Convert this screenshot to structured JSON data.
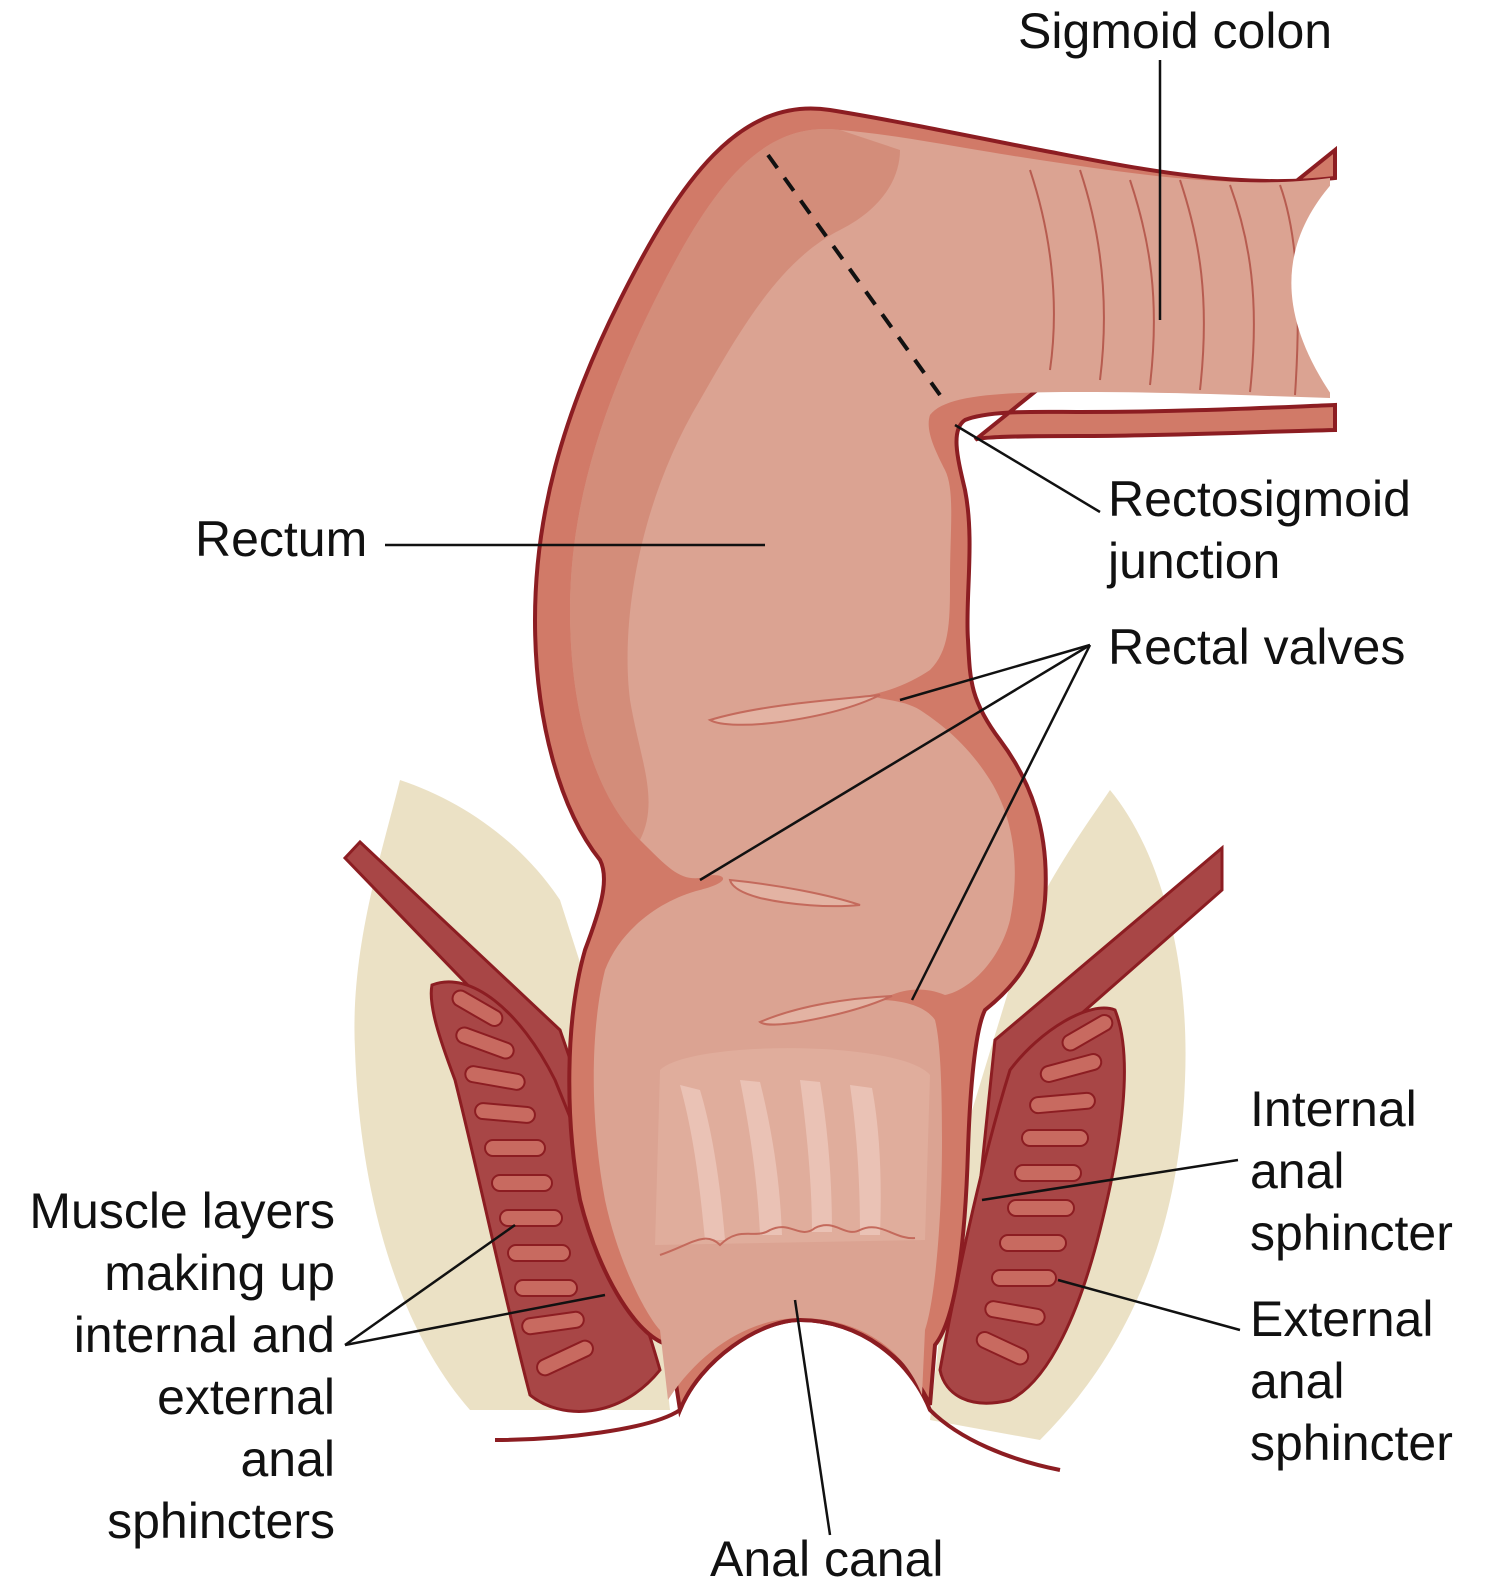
{
  "labels": {
    "sigmoid_colon": "Sigmoid colon",
    "rectum": "Rectum",
    "rectosigmoid_junction": [
      "Rectosigmoid",
      "junction"
    ],
    "rectal_valves": "Rectal valves",
    "internal_anal_sphincter": [
      "Internal",
      "anal",
      "sphincter"
    ],
    "external_anal_sphincter": [
      "External",
      "anal",
      "sphincter"
    ],
    "muscle_layers": [
      "Muscle layers",
      "making up",
      "internal and",
      "external",
      "anal",
      "sphincters"
    ],
    "anal_canal": "Anal canal"
  },
  "colors": {
    "outline": "#8c1d22",
    "wall": "#d17a68",
    "wall_dark": "#c96b5c",
    "lumen": "#dba392",
    "lumen_light": "#e6b8a8",
    "muscle": "#a84646",
    "muscle_light": "#c86a60",
    "fat": "#eadfc0",
    "leader": "#111111"
  }
}
